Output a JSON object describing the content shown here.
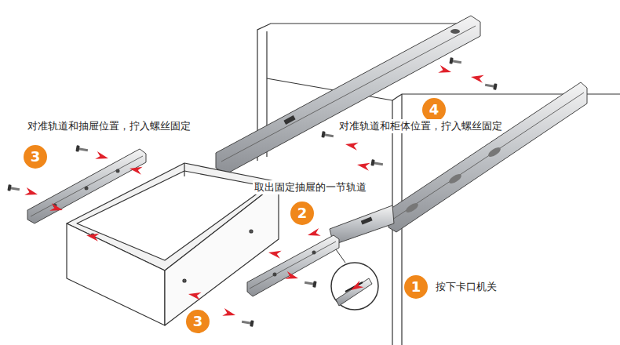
{
  "diagram": {
    "nodes": [
      {
        "text": [
          "4"
        ]
      },
      {
        "text": [
          "3"
        ]
      },
      {
        "text": [
          "2"
        ]
      },
      {
        "text": [
          "1"
        ]
      },
      {
        "text": [
          "3"
        ]
      }
    ],
    "labels": [
      "对准轨道和抽屉位置，拧入螺丝固定",
      "对准轨道和柜体位置，拧入螺丝固定",
      "取出固定抽屉的一节轨道",
      "按下卡口机关"
    ]
  }
}
